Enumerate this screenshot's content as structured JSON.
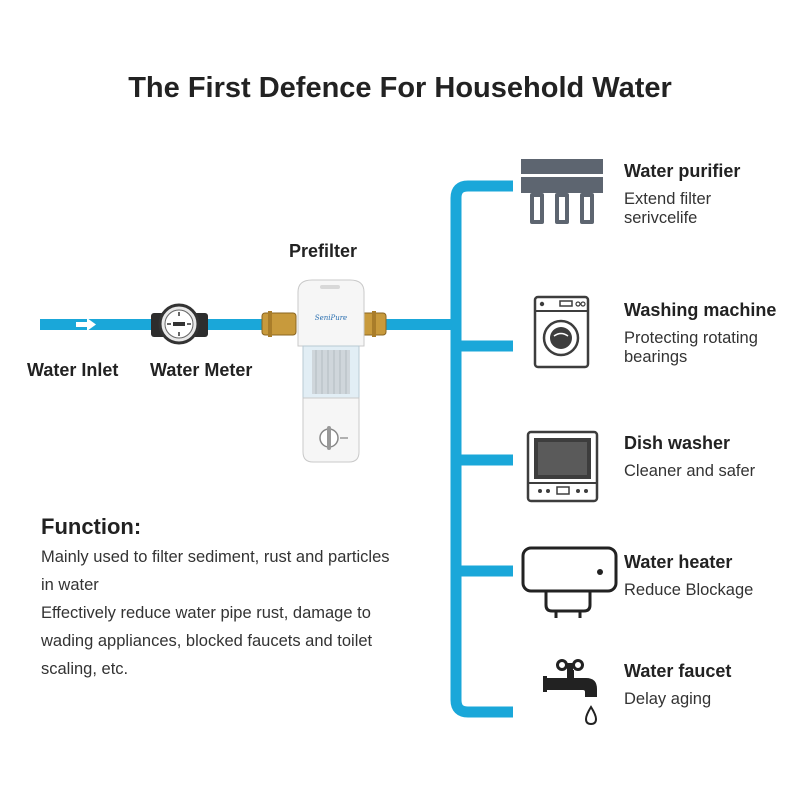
{
  "title": "The First Defence For Household Water",
  "labels": {
    "water_inlet": "Water Inlet",
    "water_meter": "Water Meter",
    "prefilter": "Prefilter"
  },
  "product": {
    "brand": "SeniPure"
  },
  "function": {
    "title": "Function:",
    "lines": [
      "Mainly used to filter sediment, rust and particles",
      "in water",
      "Effectively reduce water pipe rust, damage to",
      "wading appliances, blocked faucets and toilet",
      "scaling, etc."
    ]
  },
  "appliances": [
    {
      "name": "Water purifier",
      "desc_lines": [
        "Extend filter",
        "serivcelife"
      ],
      "icon": "water-purifier-icon"
    },
    {
      "name": "Washing machine",
      "desc_lines": [
        "Protecting rotating",
        "bearings"
      ],
      "icon": "washing-machine-icon"
    },
    {
      "name": "Dish washer",
      "desc_lines": [
        "Cleaner and safer"
      ],
      "icon": "dishwasher-icon"
    },
    {
      "name": "Water heater",
      "desc_lines": [
        "Reduce Blockage"
      ],
      "icon": "water-heater-icon"
    },
    {
      "name": "Water faucet",
      "desc_lines": [
        "Delay aging"
      ],
      "icon": "water-faucet-icon"
    }
  ],
  "colors": {
    "pipe": "#1aa7d9",
    "icon": "#3d3d3d",
    "purifier_icon": "#5d6570",
    "brass": "#c89a3c",
    "text": "#222222"
  }
}
